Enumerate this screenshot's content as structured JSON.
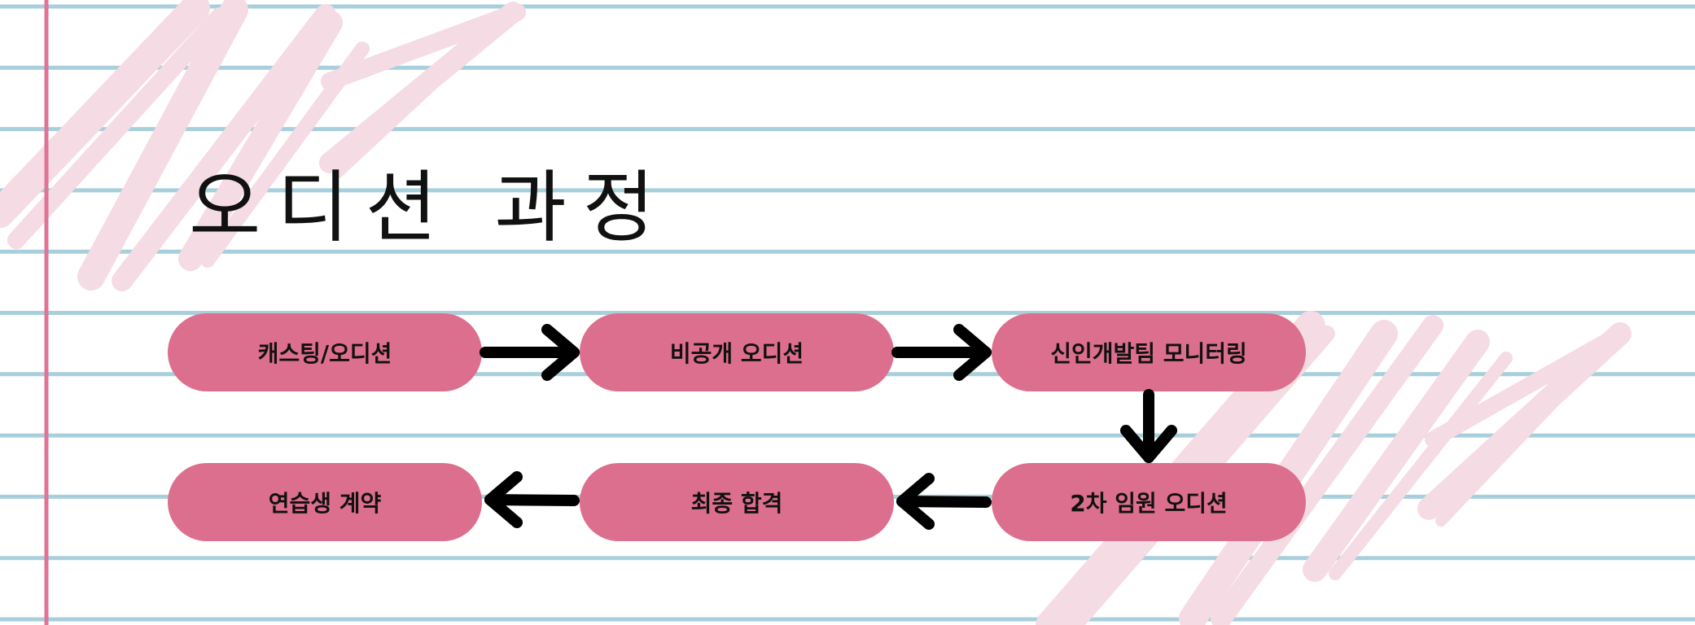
{
  "title": "오디션 과정",
  "colors": {
    "paper": "#ffffff",
    "rule_line": "#a8cfdc",
    "margin_line": "#e07494",
    "box_fill": "#dc6f8e",
    "scribble": "#f5dbe3",
    "arrow": "#000000",
    "text": "#111111"
  },
  "steps": [
    {
      "id": "casting",
      "label": "캐스팅/오디션"
    },
    {
      "id": "private-audition",
      "label": "비공개 오디션"
    },
    {
      "id": "new-talent-monitoring",
      "label": "신인개발팀 모니터링"
    },
    {
      "id": "executive-audition",
      "label": "2차 임원 오디션"
    },
    {
      "id": "final-pass",
      "label": "최종 합격"
    },
    {
      "id": "trainee-contract",
      "label": "연습생 계약"
    }
  ],
  "flow": [
    [
      "casting",
      "private-audition"
    ],
    [
      "private-audition",
      "new-talent-monitoring"
    ],
    [
      "new-talent-monitoring",
      "executive-audition"
    ],
    [
      "executive-audition",
      "final-pass"
    ],
    [
      "final-pass",
      "trainee-contract"
    ]
  ]
}
